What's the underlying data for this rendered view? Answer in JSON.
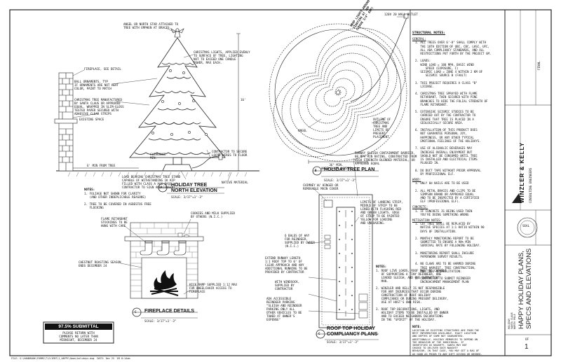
{
  "sheet": {
    "border_color": "#222222",
    "footer_path": "FILE: G:\\HANDBOOK\\FORMS\\T\\CLIENT\\1_HAPPY\\Xmas\\holidays.dwg  DATE: Dec 25 '09 8:14am"
  },
  "elevation": {
    "callouts": {
      "angel": "ANGEL OR NORTH STAR ATTACHED TO\nTREE WITH EMPHEN AT BRACES.",
      "lights": "CHRISTMAS LIGHTS, APPLIED EVENLY\nTO SURFACE OF TREE, LIGHTING\nNOT TO EXCEED ONE CANDLE\nPOWER, MAX EACH.",
      "ornaments": "BALL ORNAMENTS, TYP\nIF ORNAMENTS ARE NOT HEAT\nCOLOR, PAINT TO MATCH",
      "tree": "CHRISTMAS TREE MANUFACTURED\nBY SANTA CLAUS OR APPROVED\nEQUAL. WRAPPED IN SLIM-GLOSS\nTESTED PAPER SECURED WITH\nADHESIVE CLEAR STRIPS",
      "fireplace": "FIREPLACE, SEE DETAIL",
      "existing": "EXISTING SPACE",
      "clearance": "CLEARANCE\nMIN.",
      "min_from": "6' MIN FROM TREE",
      "stand": "LOAD BEARING CHRISTMAS TREE STAND\nCAPABLE OF WITHSTANDING 1K KIP\nFILLED WITH CLASS A AGG BASE\nCONTRACTOR TO SIGN AND CONSENT",
      "contractor": "CONTRACTOR TO SECURE\nLOOSE WIRES TO FLOOR",
      "native": "NATIVE MATERIAL",
      "dim": "16'"
    },
    "notes_title": "NOTES:",
    "notes": "1. FOLIAGE NOT SHOWN FOR CLARITY\n   (AND OTHER INDEPLICABLE REASONS)\n\n2. TREE TO BE COVERED IN ASBESTOS FREE\n   FLOCKING",
    "title": "HOLIDAY TREE\nNORTH ELEVATION",
    "tag": "A",
    "scale": "SCALE: 3/17\"=1'-3\""
  },
  "plan": {
    "outlet": "120V 20 WALL OUTLET",
    "wrap": "WRAP LIGHTS AROUND TREE\nSTARTING AT TOP\n(LEAVE 3/4\" GAP)",
    "angel": "ANGEL",
    "outline": "OUTLINE OF\nCHRISTMAS\nTREE AND\nLIMITS OF\nPRESENT\nPLACEMENT",
    "dim": "36\" MIN.\nWHEELCHAIR ACCESS",
    "title": "HOLIDAY TREE PLAN",
    "tag": "B",
    "scale": "SCALE: 3/17\"=1'-3\""
  },
  "fireplace": {
    "cookies": "COOKIES AND MILK SUPPLIED\nBY OTHERS (N.I.C.)",
    "flame": "FLAME RETARDANT\nSTOCKINGS TO BE\nHUNG WITH CARE",
    "chestnut": "CHESTNUT ROASTING SEASON\nENDS DECEMBER 24",
    "kick": "KICK RAMP SUPPLIED 1:12 MAX\nFOR WHEELCHAIR ACCESS TO\nFIREPLACE",
    "title": "FIREPLACE DETAILS",
    "tag": "C",
    "scale": "SCALE: 3/17\"=1'-3\""
  },
  "stamp": {
    "title": "97.5% SUBMITTAL",
    "body": "PLEASE RETURN WITH\nCOMMENTS NO LATER THAN\nMIDNIGHT, DECEMBER 24"
  },
  "roof": {
    "barrier": "RUNWAY SLEIGH CONTAINMENT BARRIER,\n80 MPH MIN RATING, CONSTRUCTED FROM\nHIGH STRENGTH BLENDED MATERIAL, OR\nAPPROVED EQUAL",
    "chimney": "CHIMNEY W/ HINGED OR\nREMOVABLE MAIN COVER",
    "limits": "LIMITS OF LANDING STRIP,\nMIDDLE OF STRIP TO BE\nLINED WITH FLASHING RED\nAND GREEN LIGHTS. EDGE\nOF STRIP TO BE PAINTED\nYELLOW FOR LOADING\nAND UNLOADING.",
    "hay": "6 BALES OF HAY\nFOR REINDEER,\nSUPPLIED BY OWNER\n(N.I.C.)",
    "extend": "EXTEND RUNWAY LENGTH\n1:1 ROOF TOP TO 0' OF\nCLEAR APPROACH AND ANY\nADDITIONAL RUNNING TO BE\nPROVIDED BY CONTRACTOR",
    "windsock": "WITH WINDSOCK,\nSUPPLIED BY\nCONTRACTOR",
    "ada": "ADA ACCESSIBLE\nREINDEER PARKING\n\"SLEIGH AND REINDEER\nPARKING ONLY ALL\nOTHER VEHICLES TO BE\nTOWED AT OWNER'S\nEXPENSE\"",
    "title": "ROOF TOP HOLIDAY\nCOMPLIANCY PLANS",
    "tag": "C",
    "scale": "SCALE: 3/17\"=1'-3\""
  },
  "bottom_notes": {
    "title": "NOTES:",
    "body": "1. ROOF LIVE LOADS, ROOF MUST BE CAPABLE\n   OF SUPPORTING A TINY REINDEER, ONE\n   LOADED SLEIGH, AND ONE OVERWEIGHT\n   MAN.\n\n2. WINZLER AND KELLY IS NOT RESPONSIBLE\n   FOR ANY INJURIES THAT OCCUR DURING\n   CONSTRUCTION OF ROOF HOLIDAY\n   COMPLIANCE OR DURING PRESENT DELIVERY,\n   USE AT HOST'S OWN RISK.\n\n3. ROOF TOP DECORATIONS, LIGHTS, AND\n   HOLIDAY ITEMS TO BE INSTALLED BY OWNER\n   AND TO EXCEED NEIGHBORS DECORATIONS\n   IN THE \"SPIRIT\" OF THE HOLIDAY."
  },
  "structural_notes": {
    "title": "STRUCTURAL NOTES:",
    "general_title": "GENERAL:",
    "general": "1. ALL TREES OVER 6'-0\" SHALL COMPLY WITH\n   THE 18TH EDITION OF UBC, CBC, LHSC, UFC,\n   ALL ADA COMPLIANCY STANDARDS, AND ALL\n   RESTRICTIONS PUT FORTH BY THE PROJECT GM.\n\n2. LOADS:\n   WIND LOAD = 180 MPH, BASIC WIND\n      SPEED (EXPOSURE, C)\n   SEISMIC LOAD = ZONE 4 WITHIN 2 KM OF\n      SEISMIC SOURCE B (FAULT)\n\n3. THIS PROJECT REQUIRES A CLASS \"B\"\n   LICENSE.\n\n4. CHRISTMAS TREE SPRAYED WITH FLAME\n   RETARDANT, THEN SECURED WITH PINE\n   BRANCHES TO HIDE THE FOLIAL STRENGTH OF\n   FLAME RETARDANT.\n\n5. EXTENSIVE SEISMIC STUDIES TO BE\n   CARRIED OUT BY THE CONTRACTOR TO\n   ENSURE THAT TREE IS PLACED IN A\n   GEOLOGICALLY SECURE AREA.\n\n6. INSTALLATION OF THIS PRODUCT DOES\n   NOT GUARANTEE PERSONAL JOY,\n   HAPPINESS, OR ANY OTHER TYPICAL\n   EMOTIONAL FEELINGS OF THE HOLIDAYS.\n\n7. USE OF ALCOHOLIC BEVERAGES MAY\n   INCREASE OVERALL ENJOYMENT BUT\n   SHOULD NOT BE CONSUMED UNTIL TREE\n   IS INSTALLED AND ELECTRICAL ITEMS\n   PLUGGED IN.\n\n8. DO DUCT TAPE WITHOUT PRIOR APPROVAL\n   BY PROFESSIONAL ELF.",
    "wood_title": "WOOD:",
    "wood": "1. ONLY 8d NAILS ARE TO BE USED\n\n2. ALL METAL BRACES AND CLIPS TO BE\n   SIMPSON BRAND OR APPROVED EQUAL\n   AND TO BE INSPECTED BY A CERTIFIED\n   ELF (PROFESSIONAL ELF).",
    "concrete_title": "CONCRETE:",
    "concrete": "1. IF CONCRETE IS BEING USED THEN\n   YOU'RE DOING SOMETHING WRONG",
    "mitigation_title": "MITIGATION NOTES:",
    "mitigation": "1. CUT TREE SHALL BE REPLACED BY\n   NATIVE SPECIES AT 1:1 RATIO WITHIN 90\n   DAYS OF INSTALLATION.\n\n2. MONTHLY MONITORING REPORT TO BE\n   SUBMITTED TO ENSURE A 90% MIN\n   SURVIVAL RATE BY FOLLOWING HOLIDAY.\n\n3. MONITORING REPORT SHALL INCLUDE\n   PAPERWORK SURVEY RESULTS.\n\n4. NO CLAWS ARE TO BE HARMED DURING\n   TREE HARVEST, TREE CONSTRUCTION,\n   AND TREE REHABILITATION.\n\n5. CONTRACTOR TO SUBMIT REINDEER\n   ENCROACHMENT MANAGEMENT PLAN",
    "disclaimer_title": "NOTE:",
    "disclaimer": "LOCATION OF EXISTING STRUCTURES ARE FROM THE\nBEST INFORMATION AVAILABLE. EXACT LOCATION\nAND DEPTHS OF SAME NOT GUARANTEED.\nADDITIONALLY, HOLIDAY MEMORIES TO DEPEND ON\nTHE BEHAVIOR OF THE INDIVIDUAL. IF\nIDENTIFIED AS NAUGHTY, SANTA MAY NOT\nCHOOSE TO DELIVER SUCH NAUGHTY\nBEHAVIOR. IN THAT CASE, YOU MAY GET A BAG OF\nAS GOOD AS PRIOR TO ANY GIFT GIVING OR NEEDED."
  },
  "title_block": {
    "firm": "WINZLER & KELLY",
    "firm_sub": "CONSULTING ENGINEERS",
    "sheet_title": "HAPPY HOLIDAY PLANS,\nSPECS AND ELEVATIONS",
    "project_small": "HOLIDAY\nSANTA CLAUS\nNORTH POLE",
    "sheet_no": "1",
    "of": "OF",
    "rev": "FINAL",
    "seal": "SEAL"
  }
}
